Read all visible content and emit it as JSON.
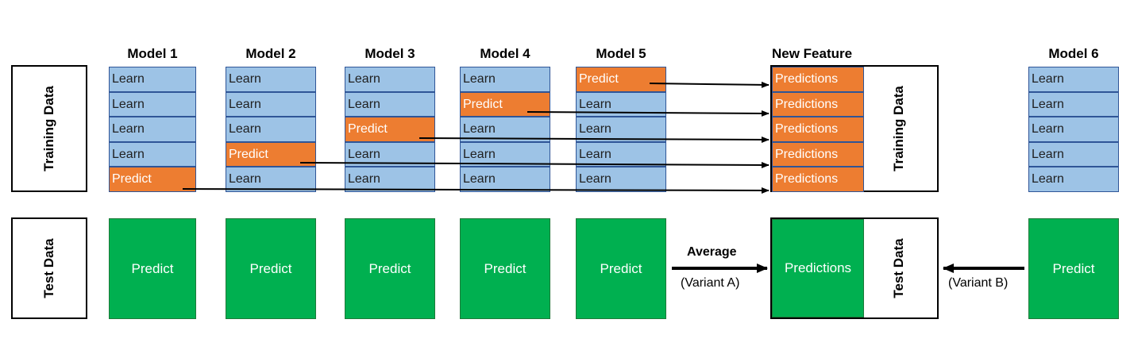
{
  "models": [
    {
      "title": "Model 1",
      "cells": [
        "Learn",
        "Learn",
        "Learn",
        "Learn",
        "Predict"
      ],
      "test": "Predict"
    },
    {
      "title": "Model 2",
      "cells": [
        "Learn",
        "Learn",
        "Learn",
        "Predict",
        "Learn"
      ],
      "test": "Predict"
    },
    {
      "title": "Model 3",
      "cells": [
        "Learn",
        "Learn",
        "Predict",
        "Learn",
        "Learn"
      ],
      "test": "Predict"
    },
    {
      "title": "Model 4",
      "cells": [
        "Learn",
        "Predict",
        "Learn",
        "Learn",
        "Learn"
      ],
      "test": "Predict"
    },
    {
      "title": "Model 5",
      "cells": [
        "Predict",
        "Learn",
        "Learn",
        "Learn",
        "Learn"
      ],
      "test": "Predict"
    }
  ],
  "left_labels": {
    "training": "Training Data",
    "test": "Test Data"
  },
  "new_feature": {
    "title": "New Feature",
    "cells": [
      "Predictions",
      "Predictions",
      "Predictions",
      "Predictions",
      "Predictions"
    ],
    "training_label": "Training Data",
    "test_value": "Predictions",
    "test_label": "Test Data"
  },
  "model6": {
    "title": "Model 6",
    "cells": [
      "Learn",
      "Learn",
      "Learn",
      "Learn",
      "Learn"
    ],
    "test": "Predict"
  },
  "annotations": {
    "average": "Average",
    "variant_a": "(Variant A)",
    "variant_b": "(Variant B)"
  },
  "colors": {
    "learn": "#9dc3e6",
    "predict": "#ed7d31",
    "test": "#00b050",
    "border": "#2f5597"
  }
}
